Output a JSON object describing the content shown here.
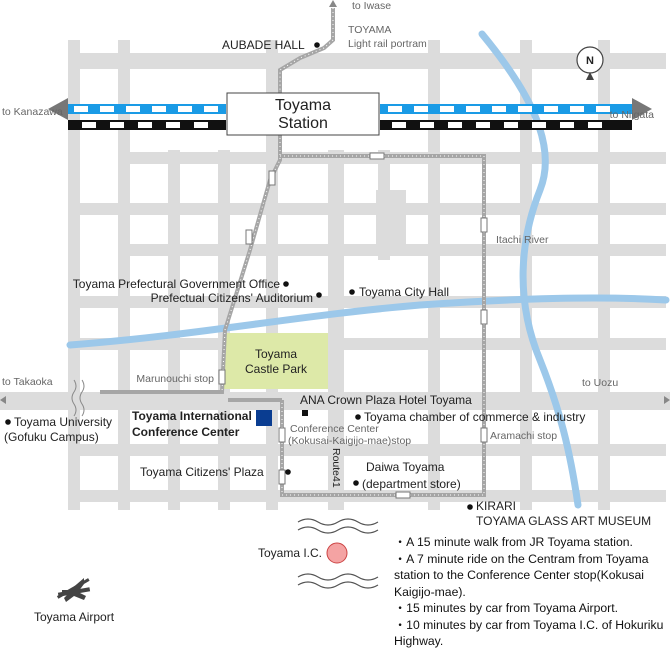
{
  "station": {
    "line1": "Toyama",
    "line2": "Station"
  },
  "directions": {
    "iwase": "to Iwase",
    "kanazawa": "to Kanazawa",
    "niigata": "to Niigata",
    "takaoka": "to Takaoka",
    "uozu": "to Uozu"
  },
  "compass": "N",
  "places": {
    "aubade": "AUBADE HALL",
    "portram_1": "TOYAMA",
    "portram_2": "Light rail portram",
    "itachi": "Itachi River",
    "pref_gov": "Toyama Prefectural Government Office",
    "auditorium": "Prefectual Citizens' Auditorium",
    "city_hall": "Toyama City Hall",
    "castle_1": "Toyama",
    "castle_2": "Castle Park",
    "marunouchi": "Marunouchi stop",
    "ana": "ANA Crown Plaza Hotel Toyama",
    "university_1": "Toyama University",
    "university_2": "(Gofuku Campus)",
    "tic_1": "Toyama International",
    "tic_2": "Conference Center",
    "chamber": "Toyama chamber of commerce & industry",
    "cc_stop_1": "Conference Center",
    "cc_stop_2": "(Kokusai-Kaigijo-mae)stop",
    "aramachi": "Aramachi stop",
    "citizens_plaza": "Toyama Citizens' Plaza",
    "route41": "Route41",
    "daiwa_1": "Daiwa Toyama",
    "daiwa_2": "(department store)",
    "kirari_1": "KIRARI",
    "kirari_2": "TOYAMA GLASS ART MUSEUM",
    "ic": "Toyama I.C.",
    "airport": "Toyama Airport"
  },
  "notes": [
    "・A 15 minute walk from JR Toyama station.",
    "・A 7 minute ride on the Centram from Toyama station to the Conference Center stop(Kokusai Kaigijo-mae).",
    "・15 minutes by car from Toyama Airport.",
    "・10 minutes by car from Toyama I.C. of Hokuriku Highway."
  ],
  "colors": {
    "road": "#dcdcdc",
    "river": "#9cc8ea",
    "park": "#dde9a8",
    "conference_marker": "#0a3d91",
    "ic_marker": "#f4a3a3",
    "shinkansen": "#1a9be6"
  }
}
